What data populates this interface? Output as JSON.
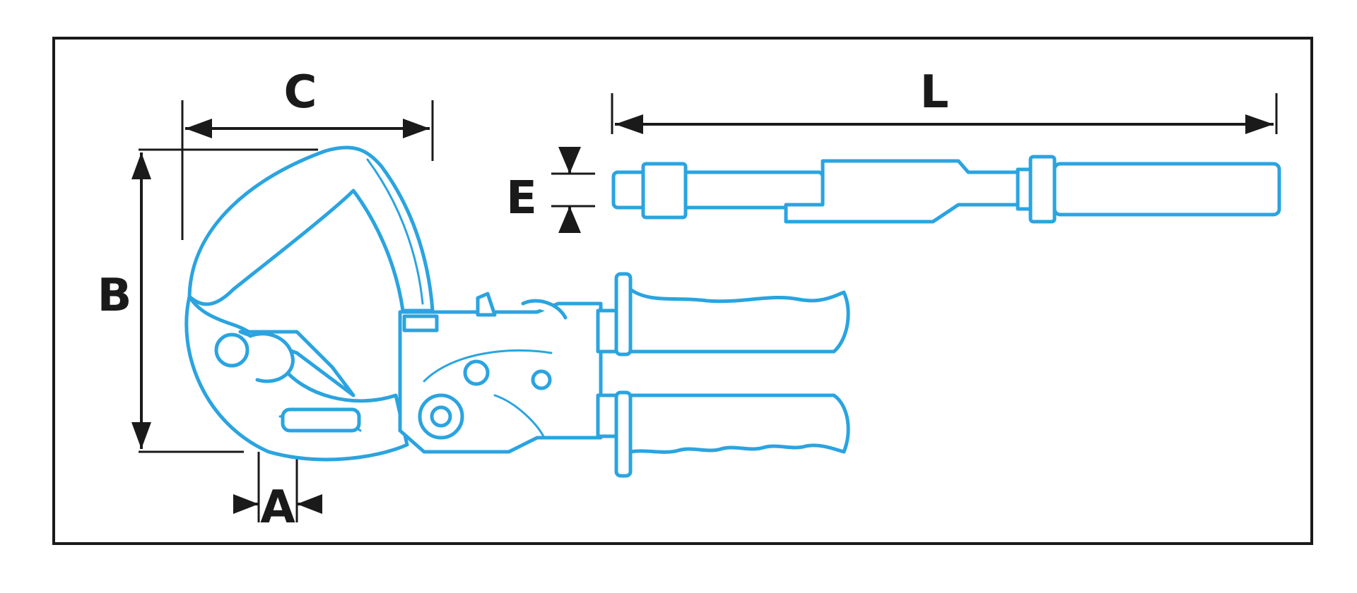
{
  "dimensions": {
    "A": "A",
    "B": "B",
    "C": "C",
    "E": "E",
    "L": "L"
  },
  "colors": {
    "tool_outline": "#2aa4e0",
    "dimension_lines": "#1a1a1a",
    "background": "#ffffff"
  }
}
